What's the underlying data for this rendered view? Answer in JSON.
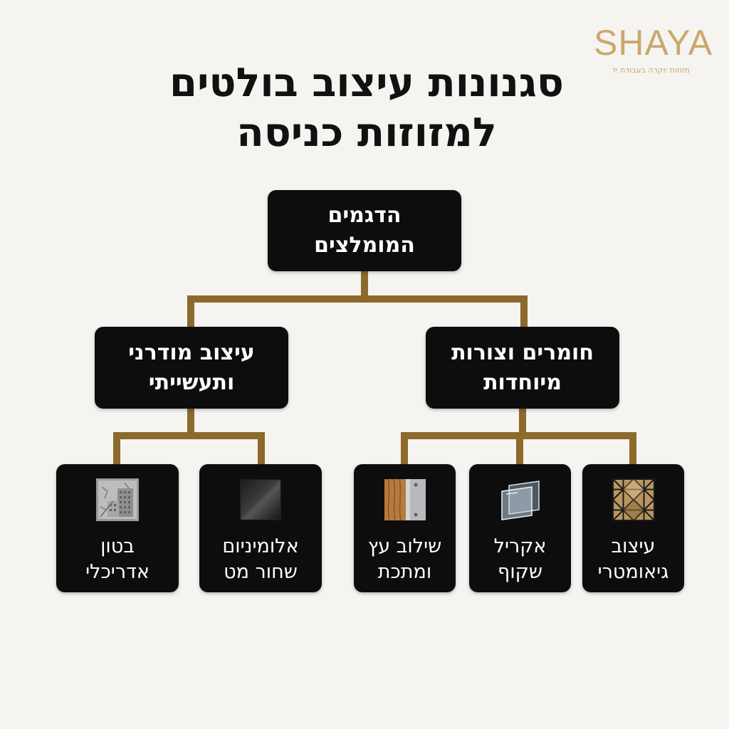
{
  "logo": {
    "name": "SHAYA",
    "tagline": "מזוזות יוקרה בעבודת יד"
  },
  "title": "סגנונות עיצוב בולטים למזוזות כניסה",
  "tree": {
    "root": "הדגמים\nהמומלצים",
    "right_branch": {
      "label": "חומרים וצורות\nמיוחדות",
      "leaves": [
        {
          "label": "עיצוב\nגיאומטרי",
          "icon": "geometric-pattern-icon"
        },
        {
          "label": "אקריל\nשקוף",
          "icon": "acrylic-glass-icon"
        },
        {
          "label": "שילוב עץ\nומתכת",
          "icon": "wood-metal-icon"
        }
      ]
    },
    "left_branch": {
      "label": "עיצוב מודרני\nותעשייתי",
      "leaves": [
        {
          "label": "אלומיניום\nשחור מט",
          "icon": "matte-black-aluminum-icon"
        },
        {
          "label": "בטון\nאדריכלי",
          "icon": "concrete-building-icon"
        }
      ]
    }
  },
  "colors": {
    "background": "#f5f4f1",
    "box": "#0d0d0d",
    "connector": "#8b6a2b",
    "logo": "#c9a96b"
  }
}
